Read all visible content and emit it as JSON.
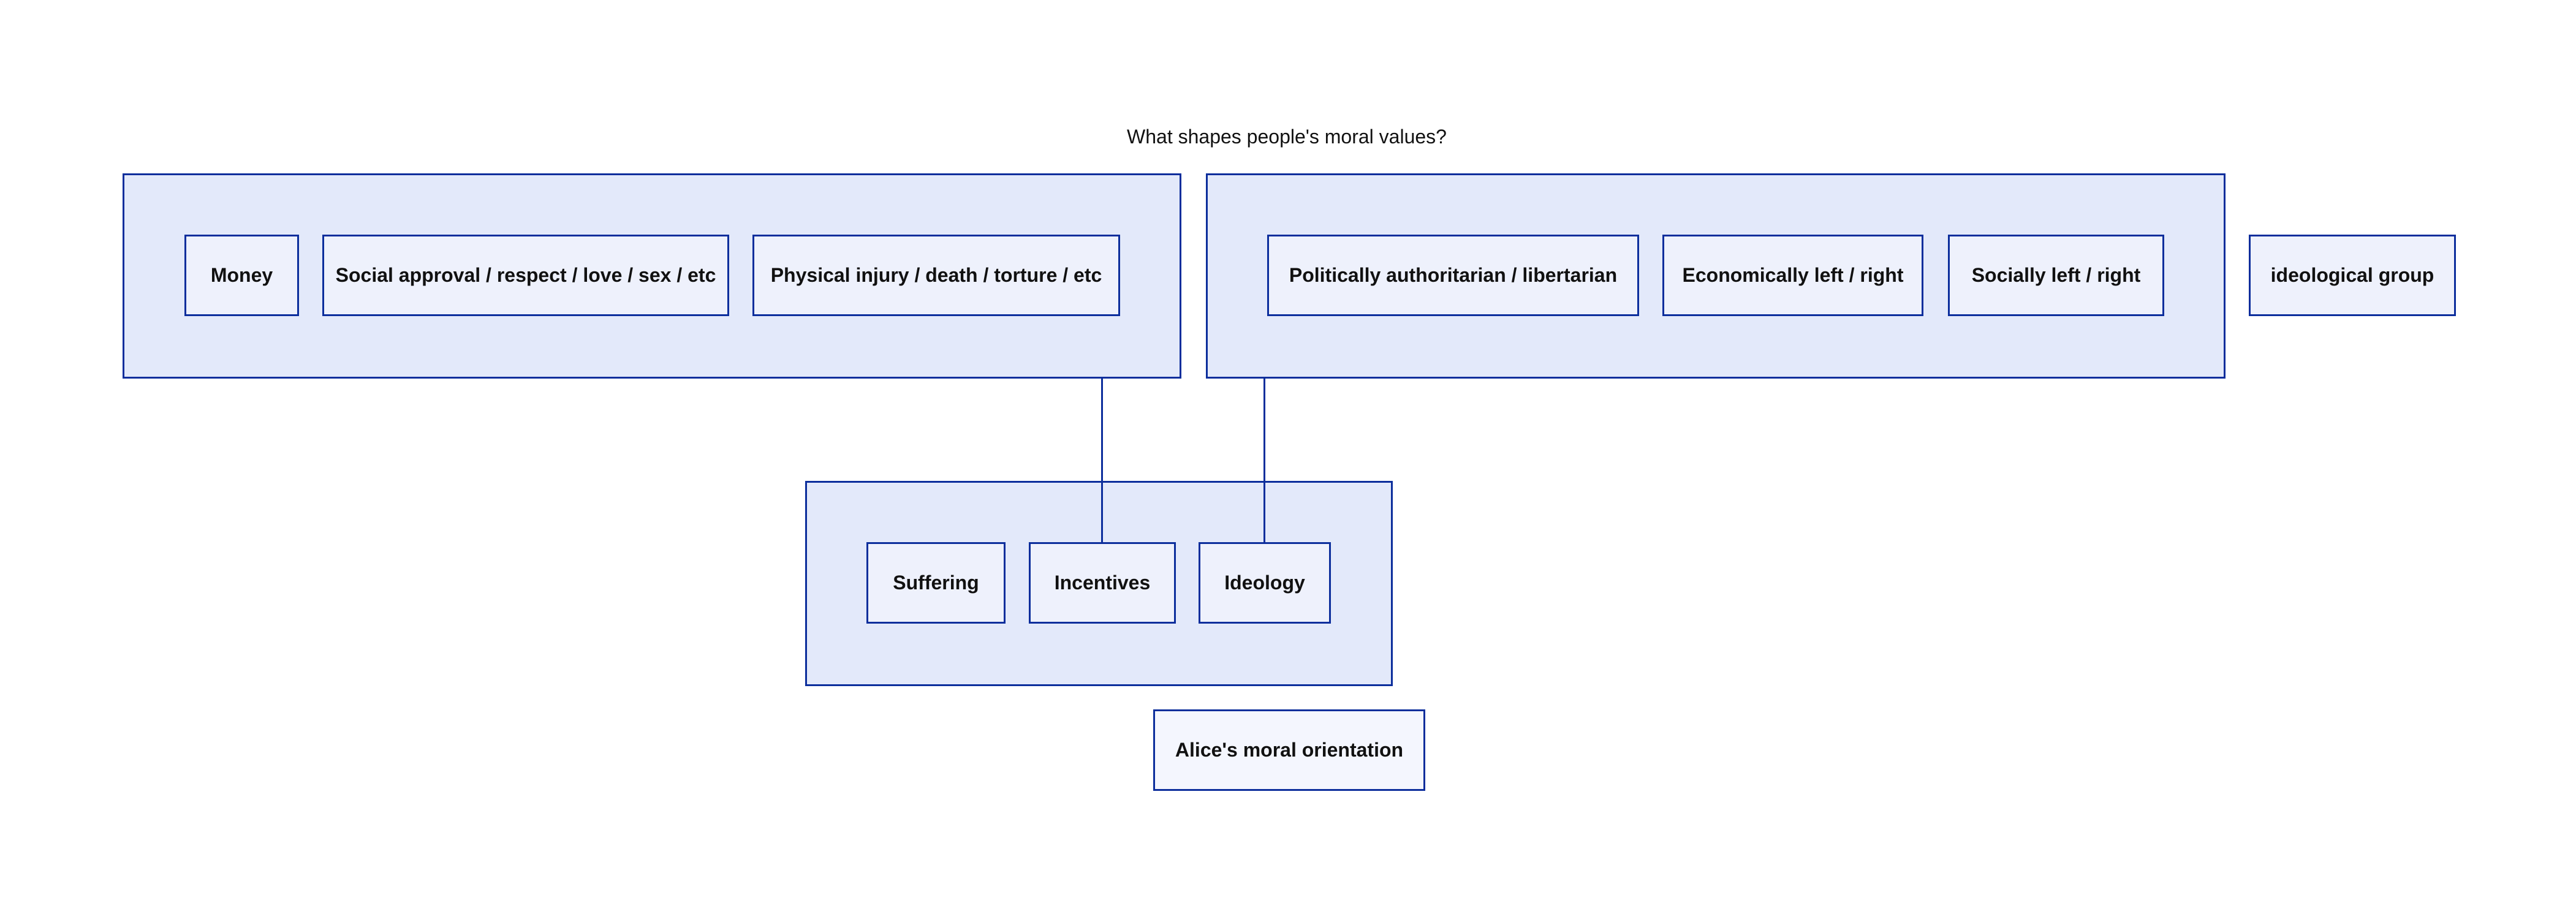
{
  "diagram": {
    "title": "What shapes people's moral values?",
    "incentives_group": {
      "items": [
        "Money",
        "Social approval / respect / love / sex / etc",
        "Physical injury / death / torture / etc"
      ]
    },
    "ideology_group": {
      "items": [
        "Politically authoritarian / libertarian",
        "Economically left / right",
        "Socially left / right"
      ]
    },
    "standalone_node": "ideological group",
    "factors_group": {
      "items": [
        "Suffering",
        "Incentives",
        "Ideology"
      ]
    },
    "result_node": "Alice's moral orientation",
    "edges": [
      {
        "from": "incentives-group",
        "to": "incentives-node"
      },
      {
        "from": "ideology-group",
        "to": "ideology-node"
      }
    ],
    "colors": {
      "stroke": "#0c2e9c",
      "group_fill": "#e3e9fa",
      "node_fill": "#eef1fc"
    }
  }
}
